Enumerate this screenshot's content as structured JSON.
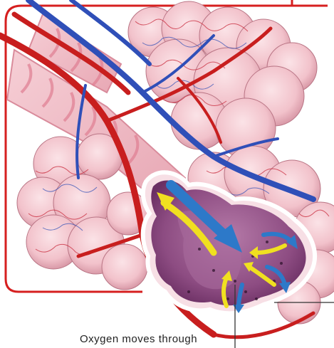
{
  "caption": {
    "text": "Oxygen moves through"
  },
  "colors": {
    "background": "#ffffff",
    "frame": "#d61f1f",
    "artery": "#c81e1e",
    "vein": "#2f4fb8",
    "alveolus": "#f3c7cf",
    "alveolus_inner": "#8d4c82",
    "oxygen_arrow": "#f0e020",
    "co2_arrow": "#2d79c9",
    "leader_line": "#333333"
  },
  "icons": {
    "oxygen_flow": "yellow-arrow",
    "co2_flow": "blue-arrow"
  }
}
